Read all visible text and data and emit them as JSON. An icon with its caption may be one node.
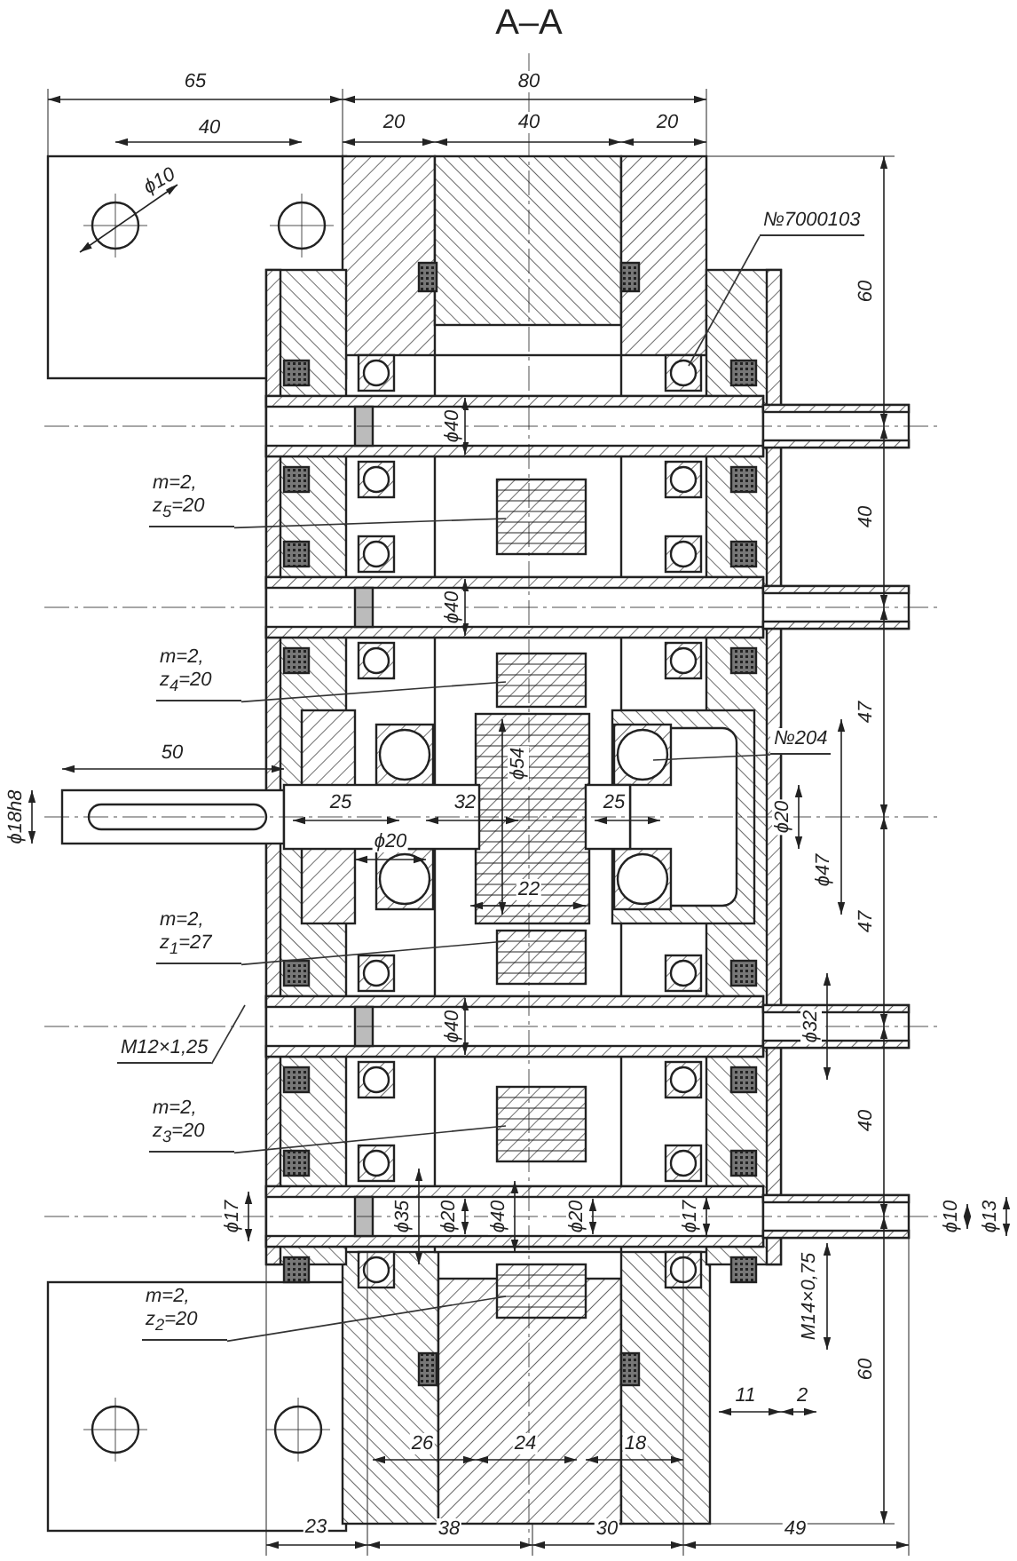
{
  "diagram": {
    "title": "A–A",
    "nodes": [
      {
        "text": [
          "№7000103"
        ]
      },
      {
        "text": [
          "m=2, z$_{5}$=20"
        ]
      },
      {
        "text": [
          "m=2, z$_{4}$=20"
        ]
      },
      {
        "text": [
          "№204"
        ]
      },
      {
        "text": [
          "m=2, z$_{1}$=27"
        ]
      },
      {
        "text": [
          "M12×1,25"
        ]
      },
      {
        "text": [
          "m=2, z$_{3}$=20"
        ]
      },
      {
        "text": [
          "m=2, z$_{2}$=20"
        ]
      }
    ],
    "edges": [
      {
        "from": 0,
        "to": null,
        "arrow": "none"
      },
      {
        "from": 1,
        "to": null,
        "arrow": "none"
      },
      {
        "from": 2,
        "to": null,
        "arrow": "none"
      },
      {
        "from": 3,
        "to": null,
        "arrow": "none"
      },
      {
        "from": 4,
        "to": null,
        "arrow": "none"
      },
      {
        "from": 5,
        "to": null,
        "arrow": "none"
      },
      {
        "from": 6,
        "to": null,
        "arrow": "none"
      },
      {
        "from": 7,
        "to": null,
        "arrow": "none"
      }
    ],
    "labels": [
      "65",
      "80",
      "40",
      "20",
      "40",
      "20",
      "ϕ10",
      "60",
      "ϕ40",
      "40",
      "ϕ40",
      "47",
      "50",
      "ϕ54",
      "25",
      "32",
      "25",
      "ϕ18h8",
      "ϕ20",
      "ϕ20",
      "ϕ47",
      "22",
      "47",
      "ϕ40",
      "ϕ32",
      "40",
      "ϕ17",
      "ϕ35",
      "ϕ20",
      "ϕ40",
      "ϕ20",
      "ϕ17",
      "ϕ10",
      "ϕ13",
      "M14×0,75",
      "60",
      "11",
      "2",
      "26",
      "24",
      "18",
      "23",
      "38",
      "30",
      "49"
    ]
  }
}
